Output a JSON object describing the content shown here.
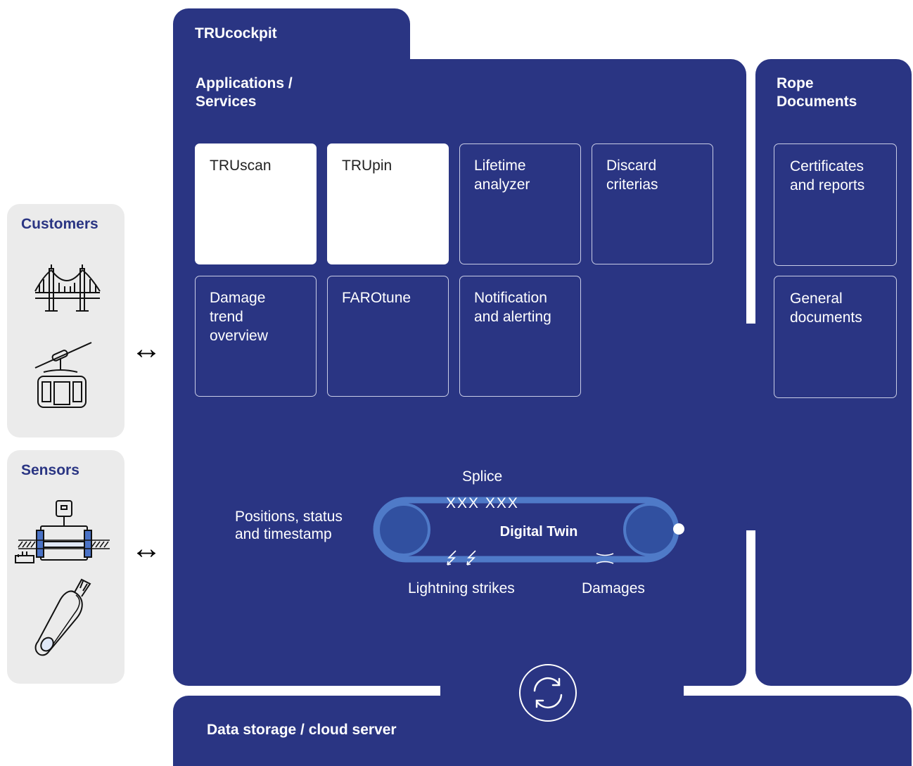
{
  "customers": {
    "title": "Customers",
    "icons": [
      "bridge-icon",
      "cable-car-icon"
    ]
  },
  "sensors": {
    "title": "Sensors",
    "icons": [
      "rope-sensor-icon",
      "handheld-sensor-icon"
    ]
  },
  "arrows": {
    "customers": "↔",
    "sensors": "↔"
  },
  "cockpit": {
    "tab_label": "TRUcockpit",
    "section_title_line1": "Applications /",
    "section_title_line2": "Services",
    "tiles": [
      {
        "lines": [
          "TRUscan"
        ]
      },
      {
        "lines": [
          "TRUpin"
        ]
      },
      {
        "lines": [
          "Lifetime",
          "analyzer"
        ]
      },
      {
        "lines": [
          "Discard",
          "criterias"
        ]
      },
      {
        "lines": [
          "Damage",
          "trend",
          "overview"
        ]
      },
      {
        "lines": [
          "FAROtune"
        ]
      },
      {
        "lines": [
          "Notification",
          "and alerting"
        ]
      }
    ],
    "digital_twin": {
      "label": "Digital Twin",
      "splice_label": "Splice",
      "splice_marks": "XXX XXX",
      "positions_line1": "Positions, status",
      "positions_line2": "and timestamp",
      "lightning_label": "Lightning strikes",
      "damages_label": "Damages"
    }
  },
  "rope": {
    "title_line1": "Rope",
    "title_line2": "Documents",
    "tiles": [
      {
        "lines": [
          "Certificates",
          "and reports"
        ]
      },
      {
        "lines": [
          "General",
          "documents"
        ]
      }
    ]
  },
  "storage": {
    "label": "Data storage / cloud server",
    "sync_icon": "sync-icon"
  },
  "colors": {
    "navy": "#2a3583",
    "grey_panel": "#ebebeb",
    "twin_blue": "#4f7ac8"
  }
}
